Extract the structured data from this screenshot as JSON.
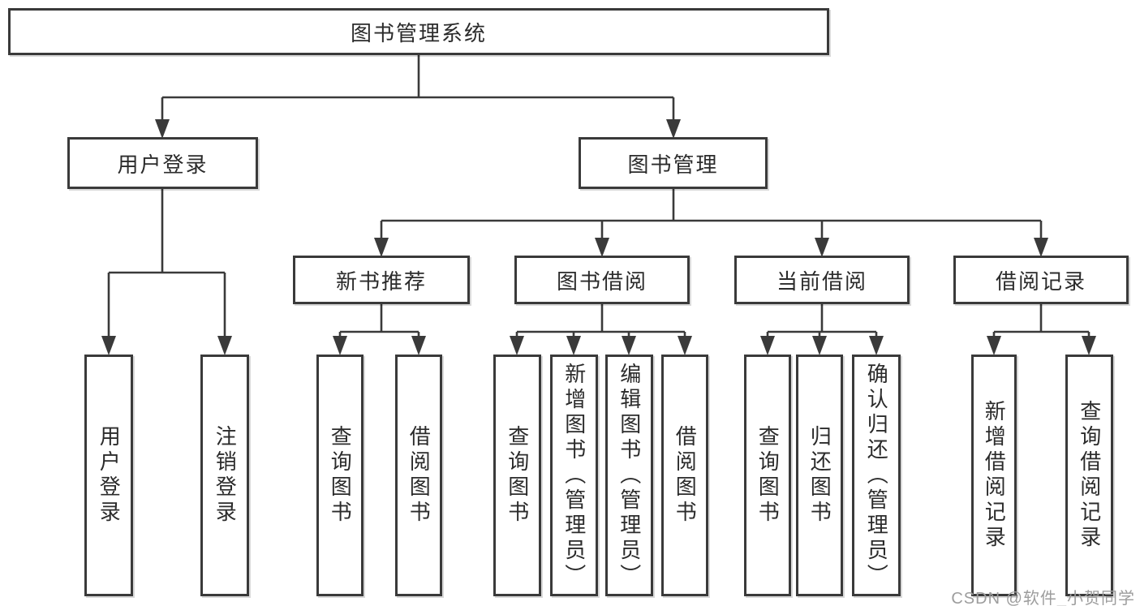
{
  "tree": {
    "label": "图书管理系统",
    "children": [
      {
        "label": "用户登录",
        "children": [
          {
            "label": "用户登录"
          },
          {
            "label": "注销登录"
          }
        ]
      },
      {
        "label": "图书管理",
        "children": [
          {
            "label": "新书推荐",
            "children": [
              {
                "label": "查询图书"
              },
              {
                "label": "借阅图书"
              }
            ]
          },
          {
            "label": "图书借阅",
            "children": [
              {
                "label": "查询图书"
              },
              {
                "label": "新增图书（管理员）"
              },
              {
                "label": "编辑图书（管理员）"
              },
              {
                "label": "借阅图书"
              }
            ]
          },
          {
            "label": "当前借阅",
            "children": [
              {
                "label": "查询图书"
              },
              {
                "label": "归还图书"
              },
              {
                "label": "确认归还（管理员）"
              }
            ]
          },
          {
            "label": "借阅记录",
            "children": [
              {
                "label": "新增借阅记录"
              },
              {
                "label": "查询借阅记录"
              }
            ]
          }
        ]
      }
    ]
  },
  "watermark": {
    "text": "CSDN @软件_小贺同学"
  },
  "colors": {
    "line": "#3a3a3a",
    "box_border": "#3a3a3a",
    "text": "#2b2b2b",
    "watermark_text": "#9d9d9d",
    "background": "#ffffff"
  }
}
